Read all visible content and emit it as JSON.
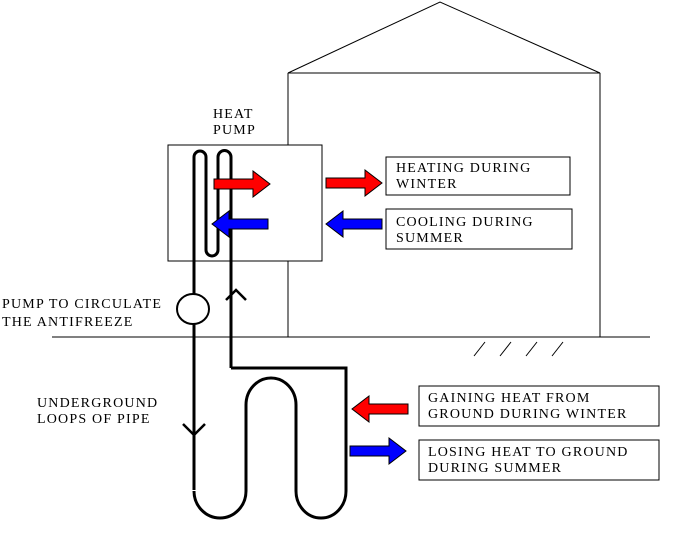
{
  "colors": {
    "line": "#000000",
    "heat_arrow": "#ff0000",
    "cool_arrow": "#0000ff",
    "background": "#ffffff"
  },
  "labels": {
    "heat_pump_line1": "HEAT",
    "heat_pump_line2": "PUMP",
    "pump_line1": "PUMP TO CIRCULATE",
    "pump_line2": "THE ANTIFREEZE",
    "underground_line1": "UNDERGROUND",
    "underground_line2": "LOOPS OF PIPE"
  },
  "boxes": {
    "heating_line1": "HEATING DURING",
    "heating_line2": "WINTER",
    "cooling_line1": "COOLING DURING",
    "cooling_line2": "SUMMER",
    "gaining_line1": "GAINING HEAT FROM",
    "gaining_line2": "GROUND DURING WINTER",
    "losing_line1": "LOSING HEAT TO GROUND",
    "losing_line2": "DURING SUMMER"
  }
}
